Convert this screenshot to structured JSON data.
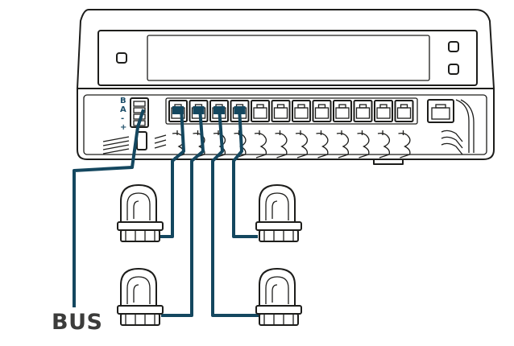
{
  "terminal_labels": [
    "B",
    "A",
    "-",
    "+"
  ],
  "bus_label": "BUS",
  "device": {
    "controller": "wiring-center",
    "rj45_ports": 12,
    "connected_ports": 4,
    "network_port": 1
  },
  "actuators": {
    "count": 4
  },
  "colors": {
    "wire": "#14475f",
    "outline": "#1d1d1b",
    "pin_label": "#1e4f6a",
    "bus_text": "#3c3c3b"
  }
}
